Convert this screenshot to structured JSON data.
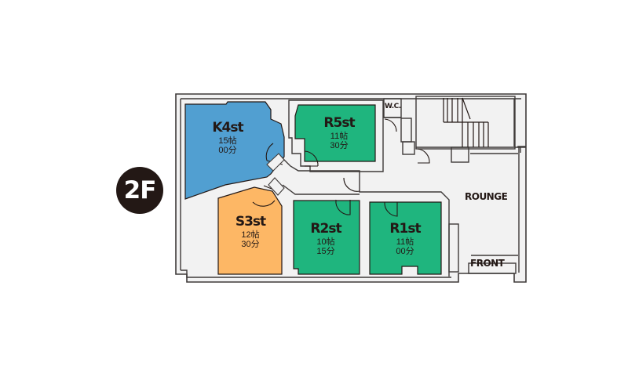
{
  "floor": {
    "label": "2F",
    "badge_color": "#231815"
  },
  "colors": {
    "wall": "#3e3a39",
    "floor": "#f2f2f2",
    "green": "#1fb57e",
    "blue": "#519fd1",
    "orange": "#fdb765"
  },
  "rooms": [
    {
      "id": "K4st",
      "name": "K4st",
      "size": "15帖",
      "time": "00分",
      "color": "blue"
    },
    {
      "id": "R5st",
      "name": "R5st",
      "size": "11帖",
      "time": "30分",
      "color": "green"
    },
    {
      "id": "S3st",
      "name": "S3st",
      "size": "12帖",
      "time": "30分",
      "color": "orange"
    },
    {
      "id": "R2st",
      "name": "R2st",
      "size": "10帖",
      "time": "15分",
      "color": "green"
    },
    {
      "id": "R1st",
      "name": "R1st",
      "size": "11帖",
      "time": "00分",
      "color": "green"
    }
  ],
  "areas": {
    "wc": "W.C.",
    "lounge": "ROUNGE",
    "front": "FRONT"
  }
}
